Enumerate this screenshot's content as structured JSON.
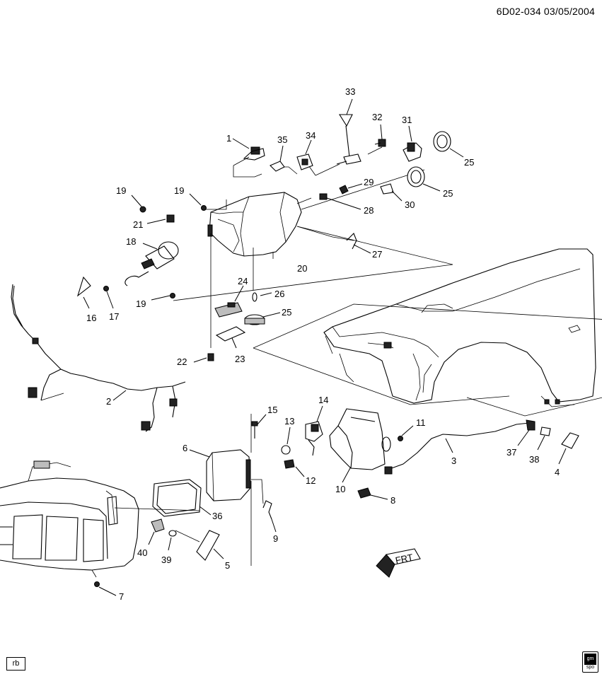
{
  "header": {
    "diagram_id": "6D02-034  03/05/2004"
  },
  "footer": {
    "left_badge": "rb",
    "logo_top": "gm",
    "logo_bottom": "spo"
  },
  "arrow_label": "FRT",
  "callouts": [
    "1",
    "2",
    "3",
    "4",
    "5",
    "6",
    "7",
    "8",
    "9",
    "10",
    "11",
    "12",
    "13",
    "14",
    "15",
    "16",
    "17",
    "18",
    "19",
    "19",
    "19",
    "20",
    "21",
    "22",
    "23",
    "24",
    "25",
    "25",
    "25",
    "26",
    "27",
    "28",
    "29",
    "30",
    "31",
    "32",
    "33",
    "34",
    "35",
    "36",
    "37",
    "38",
    "39",
    "40"
  ]
}
